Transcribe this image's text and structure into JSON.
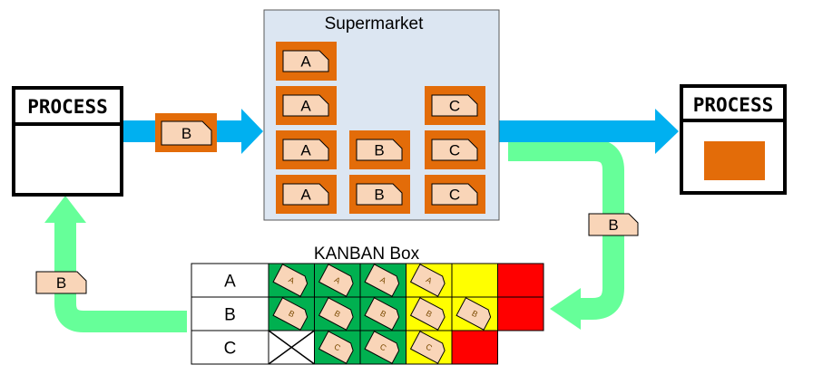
{
  "process_left": {
    "label": "PROCESS"
  },
  "process_right": {
    "label": "PROCESS"
  },
  "supermarket": {
    "title": "Supermarket",
    "columns": [
      {
        "letter": "A",
        "count": 4
      },
      {
        "letter": "B",
        "count": 2
      },
      {
        "letter": "C",
        "count": 3
      }
    ]
  },
  "moving_kanban": {
    "top": "B",
    "right": "B",
    "left": "B"
  },
  "kanban_box": {
    "title": "KANBAN Box",
    "rows": [
      {
        "label": "A",
        "cells": [
          "green",
          "green",
          "green",
          "yellow",
          "yellow",
          "red"
        ],
        "cards": 4,
        "crossed": false
      },
      {
        "label": "B",
        "cells": [
          "green",
          "green",
          "green",
          "yellow",
          "yellow",
          "red"
        ],
        "cards": 5,
        "crossed": false
      },
      {
        "label": "C",
        "cells": [
          "white",
          "green",
          "green",
          "yellow",
          "red"
        ],
        "cards": 3,
        "crossed": true
      }
    ]
  },
  "colors": {
    "product": "#E36C09",
    "card": "#F9D5B8",
    "flow": "#00B0F0",
    "kanban_loop": "#66FF99",
    "supermarket_bg": "#DCE6F2",
    "green": "#00B050",
    "yellow": "#FFFF00",
    "red": "#FF0000"
  }
}
